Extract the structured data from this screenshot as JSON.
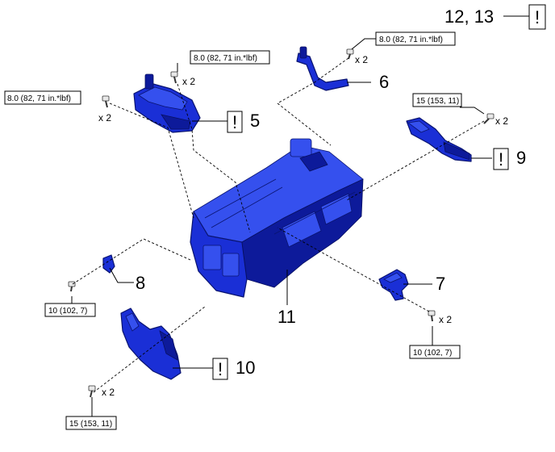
{
  "callouts": {
    "c5": "5",
    "c6": "6",
    "c7": "7",
    "c8": "8",
    "c9": "9",
    "c10": "10",
    "c11": "11",
    "c12_13": "12, 13"
  },
  "caution_mark": "!",
  "torque": {
    "t_left": "8.0 (82, 71 in.*lbf)",
    "t_top_mid": "8.0 (82, 71 in.*lbf)",
    "t_top_right": "8.0 (82, 71 in.*lbf)",
    "t_right": "15 (153, 11)",
    "t_left_low": "10 (102, 7)",
    "t_right_low": "10 (102, 7)",
    "t_bottom": "15 (153, 11)"
  },
  "quantity": "x 2",
  "colors": {
    "part": "#1a2fd6",
    "part_outline": "#0a1470"
  }
}
